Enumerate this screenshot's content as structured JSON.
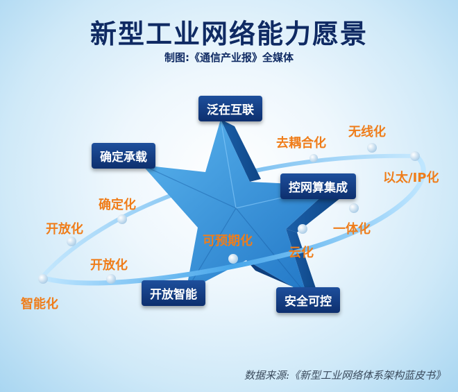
{
  "header": {
    "title": "新型工业网络能力愿景",
    "subtitle": "制图:《通信产业报》全媒体"
  },
  "star_labels": {
    "top": "泛在互联",
    "upper_left": "确定承载",
    "right": "控网算集成",
    "lower_left": "开放智能",
    "lower_right": "安全可控"
  },
  "orbit_labels": {
    "qu_ou_he_hua": "去耦合化",
    "wu_xian_hua": "无线化",
    "yi_tai_ip_hua": "以太/IP化",
    "que_ding_hua": "确定化",
    "kai_fang_hua_1": "开放化",
    "kai_fang_hua_2": "开放化",
    "ke_yu_qi_hua": "可预期化",
    "yi_ti_hua": "一体化",
    "yun_hua": "云化",
    "zhi_neng_hua": "智能化"
  },
  "footer": {
    "source": "数据来源:《新型工业网络体系架构蓝皮书》"
  },
  "colors": {
    "title": "#0f2a63",
    "badge": "#143f86",
    "orange": "#ef7d1a",
    "star": "#2f8fd6"
  }
}
